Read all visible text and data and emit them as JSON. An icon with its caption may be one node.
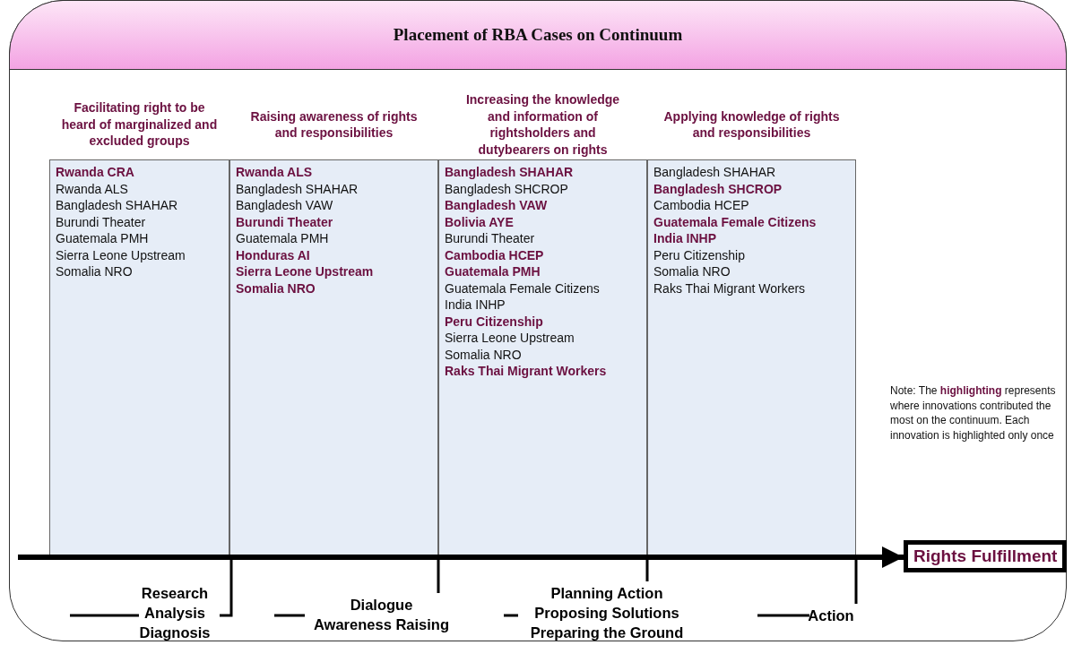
{
  "diagram": {
    "title": "Placement of RBA Cases on Continuum",
    "nodes": [
      {
        "text": [
          "Facilitating right to be heard of marginalized and excluded groups",
          "**Rwanda CRA**",
          "Rwanda ALS",
          "Bangladesh SHAHAR",
          "Burundi Theater",
          "Guatemala PMH",
          "Sierra Leone Upstream",
          "Somalia NRO"
        ]
      },
      {
        "text": [
          "Raising awareness of rights and responsibilities",
          "**Rwanda ALS**",
          "Bangladesh SHAHAR",
          "Bangladesh VAW",
          "**Burundi Theater**",
          "Guatemala PMH",
          "**Honduras AI**",
          "**Sierra Leone Upstream**",
          "**Somalia NRO**"
        ]
      },
      {
        "text": [
          "Increasing the knowledge and information of rightsholders and dutybearers on rights",
          "**Bangladesh SHAHAR**",
          "Bangladesh SHCROP",
          "**Bangladesh VAW**",
          "**Bolivia AYE**",
          "Burundi Theater",
          "**Cambodia HCEP**",
          "**Guatemala PMH**",
          "Guatemala Female Citizens",
          "India INHP",
          "**Peru Citizenship**",
          "Sierra Leone Upstream",
          "Somalia NRO",
          "**Raks Thai Migrant Workers**"
        ]
      },
      {
        "text": [
          "Applying knowledge of rights and responsibilities",
          "Bangladesh SHAHAR",
          "**Bangladesh SHCROP**",
          "Cambodia HCEP",
          "**Guatemala Female Citizens**",
          "**India INHP**",
          "Peru Citizenship",
          "Somalia NRO",
          "Raks Thai Migrant Workers"
        ]
      },
      {
        "text": [
          "Rights Fulfillment"
        ]
      },
      {
        "text": [
          "Research Analysis Diagnosis"
        ]
      },
      {
        "text": [
          "Dialogue Awareness Raising"
        ]
      },
      {
        "text": [
          "Planning Action Proposing Solutions Preparing the Ground"
        ]
      },
      {
        "text": [
          "Action"
        ]
      }
    ],
    "edges": [
      {
        "from": null,
        "to": 4,
        "arrow": "to",
        "style": "thick"
      },
      {
        "from": 5,
        "to": 0,
        "arrow": "none"
      },
      {
        "from": 6,
        "to": 1,
        "arrow": "none"
      },
      {
        "from": 7,
        "to": 2,
        "arrow": "none"
      },
      {
        "from": 8,
        "to": 3,
        "arrow": "none"
      }
    ],
    "labels": [
      "Note: The **highlighting** represents where innovations contributed the most on the continuum. Each innovation is highlighted only once"
    ]
  }
}
